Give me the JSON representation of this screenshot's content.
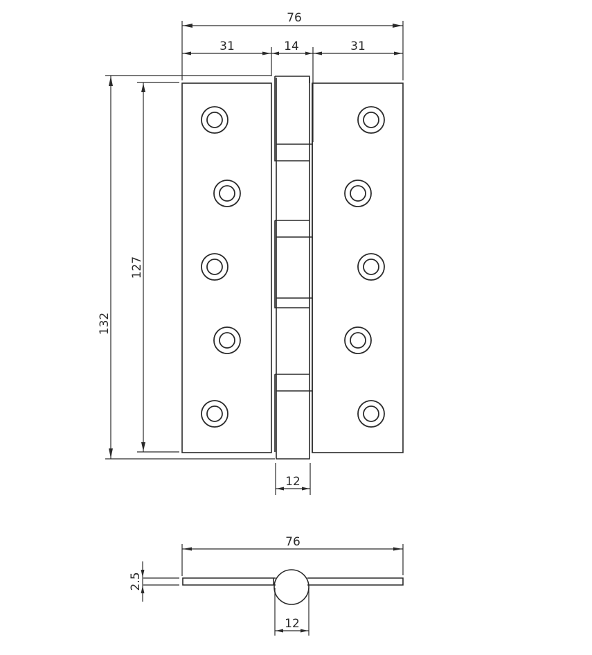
{
  "drawing": {
    "subject": "Butt hinge technical drawing",
    "line_color": "#2a2a2a",
    "background": "#ffffff",
    "front_view": {
      "dimensions": {
        "overall_width": "76",
        "leaf_left_width": "31",
        "knuckle_width": "14",
        "leaf_right_width": "31",
        "overall_height": "132",
        "leaf_height": "127",
        "pin_diameter": "12"
      },
      "screw_holes_per_leaf": 5,
      "knuckle_segments": 5
    },
    "side_view": {
      "dimensions": {
        "overall_width": "76",
        "thickness": "2.5",
        "knuckle_diameter": "12"
      }
    }
  }
}
